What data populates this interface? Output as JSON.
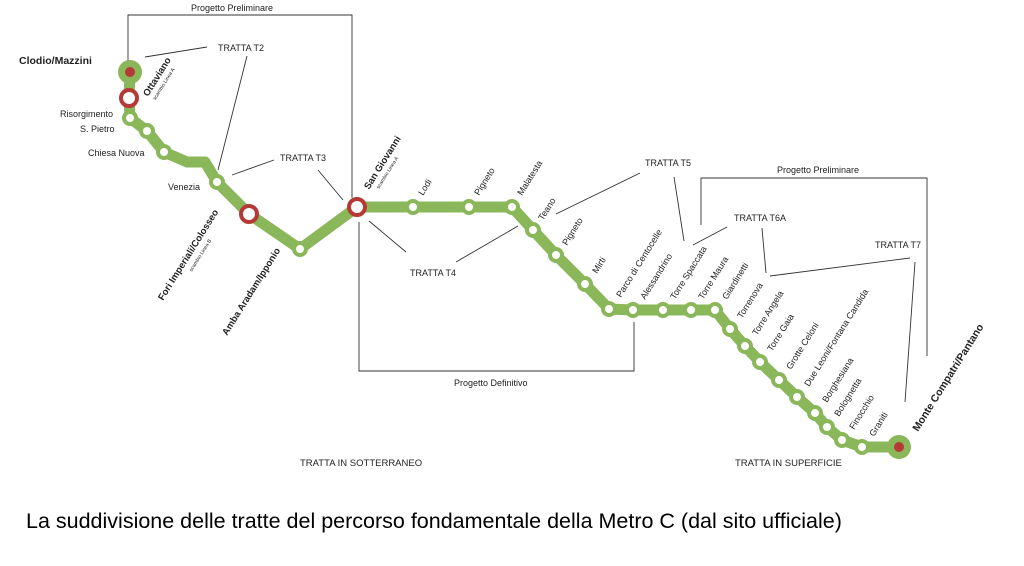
{
  "caption": "La suddivisione delle tratte del percorso fondamentale della Metro C (dal sito ufficiale)",
  "colors": {
    "line": "#8ab75a",
    "interchange": "#b53a36",
    "terminus_dot": "#b53a36",
    "bracket": "#333333"
  },
  "stations": {
    "clodio": "Clodio/Mazzini",
    "ottaviano": "Ottaviano",
    "ottaviano_sub": "scambio Linea A",
    "risorgimento": "Risorgimento",
    "s_pietro": "S. Pietro",
    "chiesa_nuova": "Chiesa Nuova",
    "venezia": "Venezia",
    "fori": "Fori Imperiali/Colosseo",
    "fori_sub": "scambio Linea B",
    "amba": "Amba Aradam/Ipponio",
    "san_giovanni": "San Giovanni",
    "san_giovanni_sub": "scambio Linea A",
    "lodi": "Lodi",
    "pigneto1": "Pigneto",
    "malatesta": "Malatesta",
    "teano": "Teano",
    "pigneto2": "Pigneto",
    "mirti": "Mirti",
    "parco": "Parco di Centocelle",
    "alessandrino": "Alessandrino",
    "torre_spaccata": "Torre Spaccata",
    "torre_maura": "Torre Maura",
    "giardinetti": "Giardinetti",
    "torrenova": "Torrenova",
    "torre_angela": "Torre Angela",
    "torre_gaia": "Torre Gaia",
    "grotte_celoni": "Grotte Celoni",
    "due_leoni": "Due Leoni/Fontana Candida",
    "borghesiana": "Borghesiana",
    "bolognetta": "Bolognetta",
    "finocchio": "Finocchio",
    "graniti": "Graniti",
    "monte_compatri": "Monte Compatri/Pantano"
  },
  "sections": {
    "t2": "TRATTA T2",
    "t3": "TRATTA T3",
    "t4": "TRATTA T4",
    "t5": "TRATTA T5",
    "t6a": "TRATTA T6A",
    "t7": "TRATTA T7"
  },
  "projects": {
    "preliminare_left": "Progetto Preliminare",
    "definitivo": "Progetto Definitivo",
    "preliminare_right": "Progetto Preliminare"
  },
  "zones": {
    "sotterraneo": "TRATTA IN SOTTERRANEO",
    "superficie": "TRATTA IN SUPERFICIE"
  }
}
